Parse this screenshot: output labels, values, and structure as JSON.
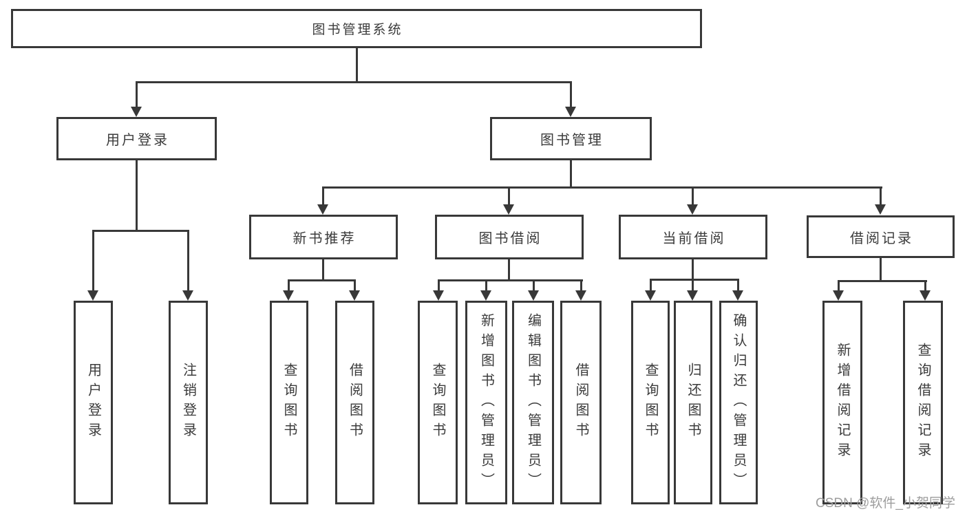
{
  "tree": {
    "root": {
      "label": "图书管理系统"
    },
    "branches": [
      {
        "label": "用户登录",
        "children": [
          {
            "label": "用户登录"
          },
          {
            "label": "注销登录"
          }
        ]
      },
      {
        "label": "图书管理",
        "sections": [
          {
            "label": "新书推荐",
            "children": [
              {
                "label": "查询图书"
              },
              {
                "label": "借阅图书"
              }
            ]
          },
          {
            "label": "图书借阅",
            "children": [
              {
                "label": "查询图书"
              },
              {
                "label": "新增图书（管理员）"
              },
              {
                "label": "编辑图书（管理员）"
              },
              {
                "label": "借阅图书"
              }
            ]
          },
          {
            "label": "当前借阅",
            "children": [
              {
                "label": "查询图书"
              },
              {
                "label": "归还图书"
              },
              {
                "label": "确认归还（管理员）"
              }
            ]
          },
          {
            "label": "借阅记录",
            "children": [
              {
                "label": "新增借阅记录"
              },
              {
                "label": "查询借阅记录"
              }
            ]
          }
        ]
      }
    ]
  },
  "watermark": {
    "text": "CSDN @软件_小贺同学"
  },
  "colors": {
    "line": "#383838",
    "text": "#3b3b3b",
    "watermark": "#9d9d9d"
  }
}
